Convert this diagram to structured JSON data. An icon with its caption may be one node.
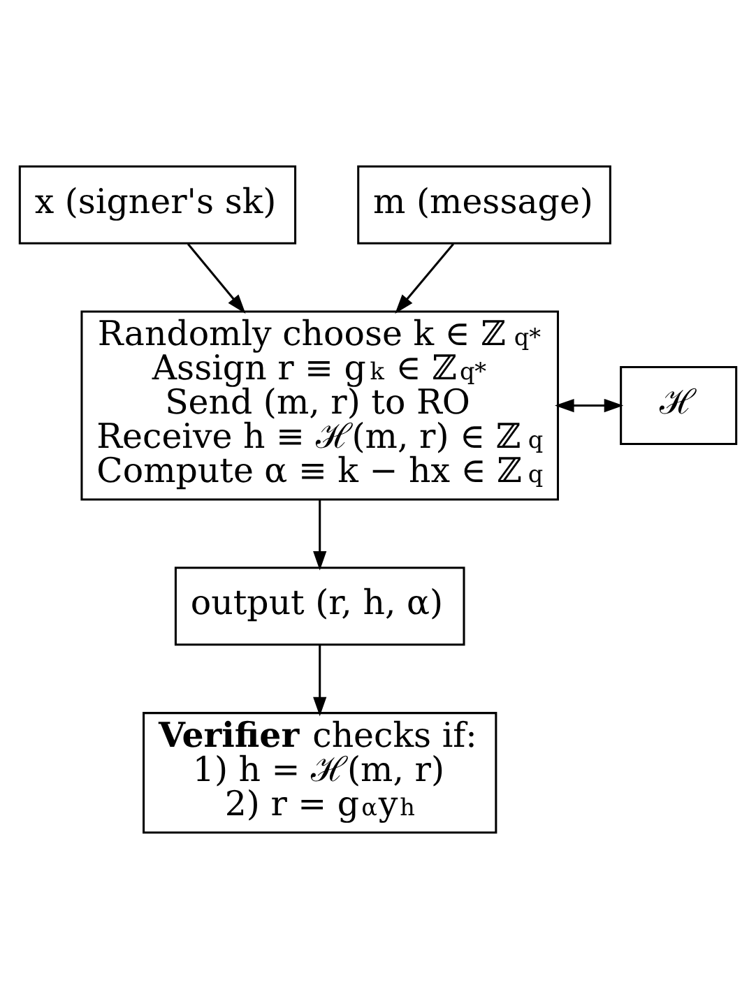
{
  "diagram": {
    "nodes": [
      {
        "text": [
          "x (signer's sk)"
        ]
      },
      {
        "text": [
          "m (message)"
        ]
      },
      {
        "text": [
          "Randomly choose k ∈ ℤ$_{q}$$^{*}$",
          "Assign r ≡ g$^{k}$ ∈ ℤ$_{q}$$^{*}$",
          "Send (m, r) to RO",
          "Receive h ≡ ℋ(m, r) ∈ ℤ$_{q}$",
          "Compute α ≡ k − hx ∈ ℤ$_{q}$"
        ]
      },
      {
        "text": [
          "ℋ"
        ]
      },
      {
        "text": [
          "output (r, h, α)"
        ]
      },
      {
        "text": [
          "**Verifier** checks if:",
          "1) h = ℋ(m, r)",
          "2) r = g$^{α}$y$^{h}$"
        ]
      }
    ],
    "edges": [
      {
        "from": 0,
        "to": 2,
        "arrow": "to"
      },
      {
        "from": 1,
        "to": 2,
        "arrow": "to"
      },
      {
        "from": 2,
        "to": 3,
        "arrow": "both"
      },
      {
        "from": 2,
        "to": 4,
        "arrow": "to"
      },
      {
        "from": 4,
        "to": 5,
        "arrow": "to"
      }
    ]
  }
}
